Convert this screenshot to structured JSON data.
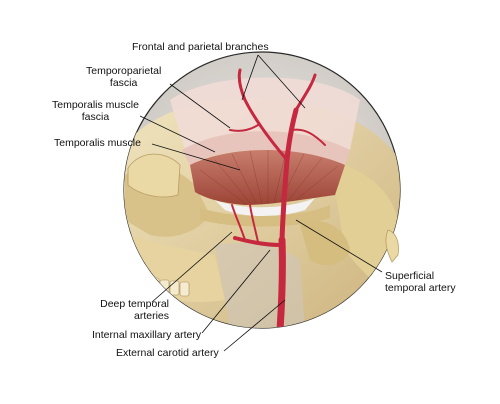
{
  "labels": {
    "frontal_parietal": "Frontal and parietal branches",
    "temporoparietal": [
      "Temporoparietal",
      "fascia"
    ],
    "temporalis_fascia": [
      "Temporalis muscle",
      "fascia"
    ],
    "temporalis_muscle": "Temporalis muscle",
    "superficial_temporal": [
      "Superficial",
      "temporal artery"
    ],
    "deep_temporal": [
      "Deep temporal",
      "arteries"
    ],
    "internal_maxillary": "Internal maxillary artery",
    "external_carotid": "External carotid artery"
  },
  "colors": {
    "artery": "#c5283f",
    "muscle": "#b05a4a",
    "fascia": "#e8c8c0",
    "bone": "#e9d8a6",
    "bone_shadow": "#b79a63",
    "background_disc": "#d7d3cf"
  }
}
